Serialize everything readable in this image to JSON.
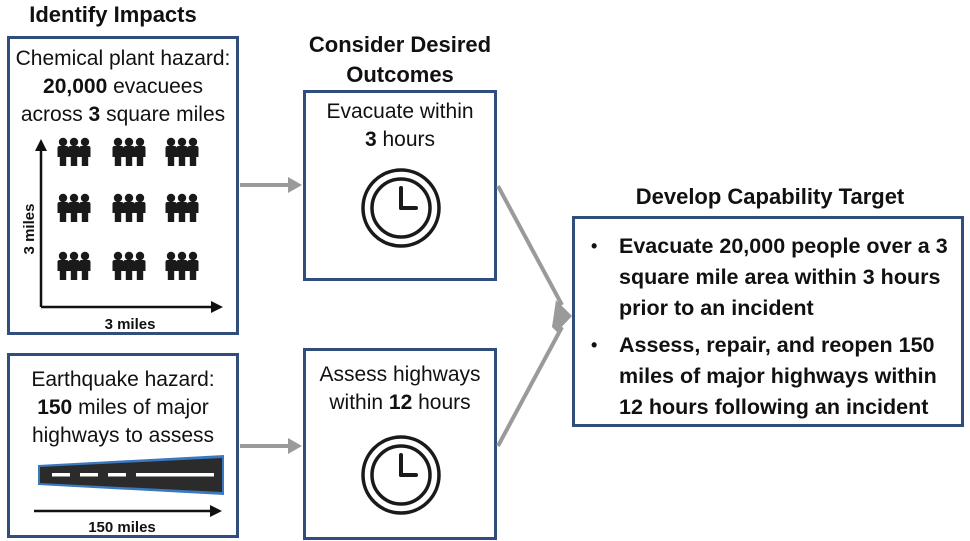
{
  "headings": {
    "identify": "Identify Impacts",
    "consider": [
      "Consider Desired",
      "Outcomes"
    ],
    "develop": "Develop Capability Target"
  },
  "chemical": {
    "line1": "Chemical plant hazard:",
    "line2_bold": "20,000",
    "line2_rest": " evacuees",
    "line3_pre": "across ",
    "line3_bold": "3",
    "line3_rest": " square miles",
    "axis_y": "3 miles",
    "axis_x": "3 miles",
    "icon": "people-group-icon"
  },
  "earthquake": {
    "line1": "Earthquake hazard:",
    "line2_bold": "150",
    "line2_rest": " miles of major",
    "line3": "highways to assess",
    "axis_x": "150 miles",
    "icon": "highway-road-icon"
  },
  "outcome_evacuate": {
    "line1": "Evacuate within",
    "line2_bold": "3",
    "line2_rest": " hours",
    "icon": "clock-icon"
  },
  "outcome_assess": {
    "line1": "Assess highways",
    "line2_pre": "within ",
    "line2_bold": "12",
    "line2_rest": " hours",
    "icon": "clock-icon"
  },
  "target": {
    "bullets": [
      "Evacuate 20,000 people over a 3 square mile area within 3 hours prior to an incident",
      "Assess, repair, and reopen 150 miles of major highways within 12 hours following an incident"
    ]
  },
  "colors": {
    "box_border": "#2f4e7e",
    "arrow": "#9a9a9a",
    "icon": "#1a1a1a",
    "road_edge": "#3a78c0"
  }
}
